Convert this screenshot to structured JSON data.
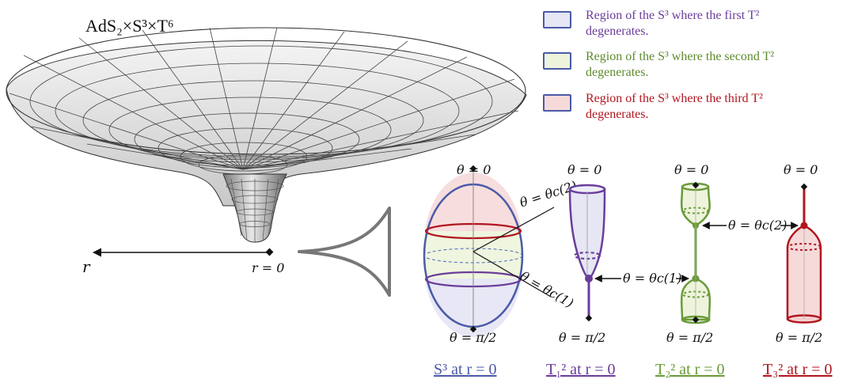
{
  "funnel": {
    "title": "AdS₂×S³×T⁶",
    "r_label": "r",
    "r0_label": "r = 0"
  },
  "legend": [
    {
      "text": "Region of the S³ where the first T² degenerates.",
      "fill": "#e6e6f4",
      "color": "#6a3d9a"
    },
    {
      "text": "Region of the S³ where the second T² degenerates.",
      "fill": "#eef4dc",
      "color": "#5d8a2d"
    },
    {
      "text": "Region of the S³ where the third T² degenerates.",
      "fill": "#f6dada",
      "color": "#b0161e"
    }
  ],
  "sphere": {
    "top_label": "θ = 0",
    "bottom_label": "θ = π/2",
    "theta_c2_label": "θ = θc(2)",
    "theta_c1_label": "θ = θc(1)",
    "caption": "S³ at r = 0"
  },
  "torus1": {
    "top_label": "θ = 0",
    "bottom_label": "θ = π/2",
    "caption": "T₁² at r = 0"
  },
  "torus2": {
    "top_label": "θ = 0",
    "bottom_label": "θ = π/2",
    "theta_c1_label": "θ = θc(1)",
    "caption": "T₂² at r = 0"
  },
  "torus3": {
    "top_label": "θ = 0",
    "bottom_label": "θ = π/2",
    "theta_c2_label": "θ = θc(2)",
    "caption": "T₃² at r = 0"
  },
  "colors": {
    "blue": "#4a5aa8",
    "purple": "#6a3d9a",
    "green": "#6b9a3a",
    "red": "#b0161e"
  }
}
